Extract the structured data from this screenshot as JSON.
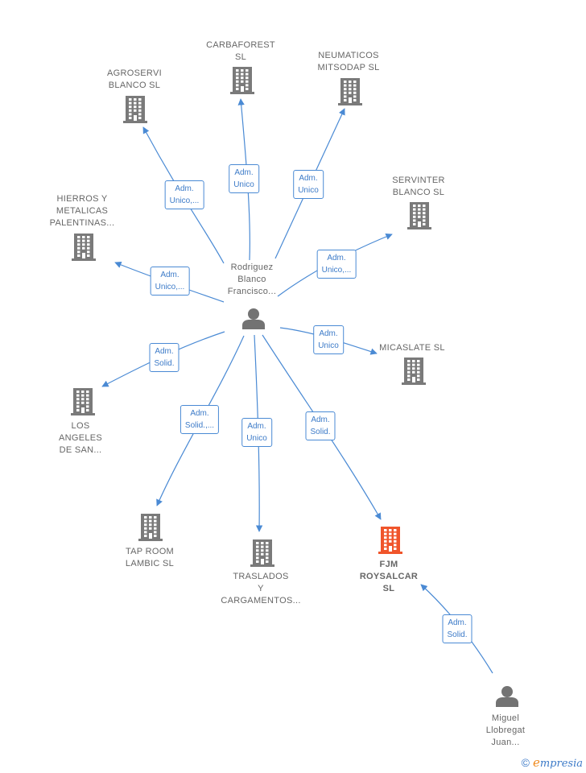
{
  "colors": {
    "edge": "#4a8ad4",
    "building": "#7a7a7a",
    "building_focus": "#f0552b",
    "person": "#737373",
    "label_text": "#666666",
    "edge_label_text": "#3d7bc8"
  },
  "nodes": [
    {
      "id": "rodriguez",
      "kind": "person",
      "label": [
        "Rodriguez",
        "Blanco",
        "Francisco..."
      ]
    },
    {
      "id": "miguel",
      "kind": "person",
      "label": [
        "Miguel",
        "Llobregat",
        "Juan..."
      ]
    },
    {
      "id": "agroservi",
      "kind": "company",
      "label": [
        "AGROSERVI",
        "BLANCO  SL"
      ]
    },
    {
      "id": "carbaforest",
      "kind": "company",
      "label": [
        "CARBAFOREST",
        "SL"
      ]
    },
    {
      "id": "neumaticos",
      "kind": "company",
      "label": [
        "NEUMATICOS",
        "MITSODAP  SL"
      ]
    },
    {
      "id": "servinter",
      "kind": "company",
      "label": [
        "SERVINTER",
        "BLANCO  SL"
      ]
    },
    {
      "id": "hierros",
      "kind": "company",
      "label": [
        "HIERROS Y",
        "METALICAS",
        "PALENTINAS..."
      ]
    },
    {
      "id": "micaslate",
      "kind": "company",
      "label": [
        "MICASLATE  SL"
      ]
    },
    {
      "id": "losangeles",
      "kind": "company",
      "label": [
        "LOS",
        "ANGELES",
        "DE SAN..."
      ]
    },
    {
      "id": "taproom",
      "kind": "company",
      "label": [
        "TAP ROOM",
        "LAMBIC  SL"
      ]
    },
    {
      "id": "traslados",
      "kind": "company",
      "label": [
        "TRASLADOS",
        "Y",
        "CARGAMENTOS..."
      ]
    },
    {
      "id": "fjm",
      "kind": "company",
      "focus": true,
      "label": [
        "FJM",
        "ROYSALCAR",
        "SL"
      ]
    }
  ],
  "edges": [
    {
      "from": "rodriguez",
      "to": "agroservi",
      "label": [
        "Adm.",
        "Unico,..."
      ]
    },
    {
      "from": "rodriguez",
      "to": "carbaforest",
      "label": [
        "Adm.",
        "Unico"
      ]
    },
    {
      "from": "rodriguez",
      "to": "neumaticos",
      "label": [
        "Adm.",
        "Unico"
      ]
    },
    {
      "from": "rodriguez",
      "to": "servinter",
      "label": [
        "Adm.",
        "Unico,..."
      ]
    },
    {
      "from": "rodriguez",
      "to": "hierros",
      "label": [
        "Adm.",
        "Unico,..."
      ]
    },
    {
      "from": "rodriguez",
      "to": "micaslate",
      "label": [
        "Adm.",
        "Unico"
      ]
    },
    {
      "from": "rodriguez",
      "to": "losangeles",
      "label": [
        "Adm.",
        "Solid."
      ]
    },
    {
      "from": "rodriguez",
      "to": "taproom",
      "label": [
        "Adm.",
        "Solid.,..."
      ]
    },
    {
      "from": "rodriguez",
      "to": "traslados",
      "label": [
        "Adm.",
        "Unico"
      ]
    },
    {
      "from": "rodriguez",
      "to": "fjm",
      "label": [
        "Adm.",
        "Solid."
      ]
    },
    {
      "from": "miguel",
      "to": "fjm",
      "label": [
        "Adm.",
        "Solid."
      ]
    }
  ],
  "watermark": {
    "copyright": "©",
    "brand_first": "e",
    "brand_rest": "mpresia"
  }
}
